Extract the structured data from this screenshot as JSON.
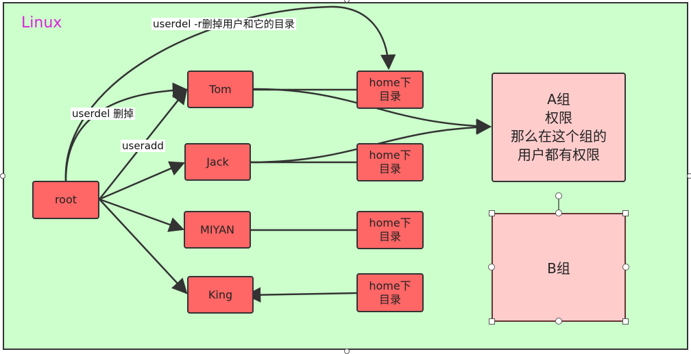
{
  "title": "Linux",
  "nodes": {
    "root": "root",
    "tom": "Tom",
    "jack": "Jack",
    "miyan": "MIYAN",
    "king": "King",
    "home_tom": "home下\n目录",
    "home_jack": "home下\n目录",
    "home_miyan": "home下\n目录",
    "home_king": "home下\n目录"
  },
  "groups": {
    "a": "A组\n权限\n那么在这个组的\n用户都有权限",
    "b": "B组"
  },
  "edge_labels": {
    "userdel_r": "userdel -r删掉用户和它的目录",
    "userdel": "userdel 删掉",
    "useradd": "useradd"
  },
  "colors": {
    "background": "#ccffcc",
    "node_fill": "#ff6666",
    "group_fill": "#ffcccc",
    "title": "#dd22dd"
  }
}
